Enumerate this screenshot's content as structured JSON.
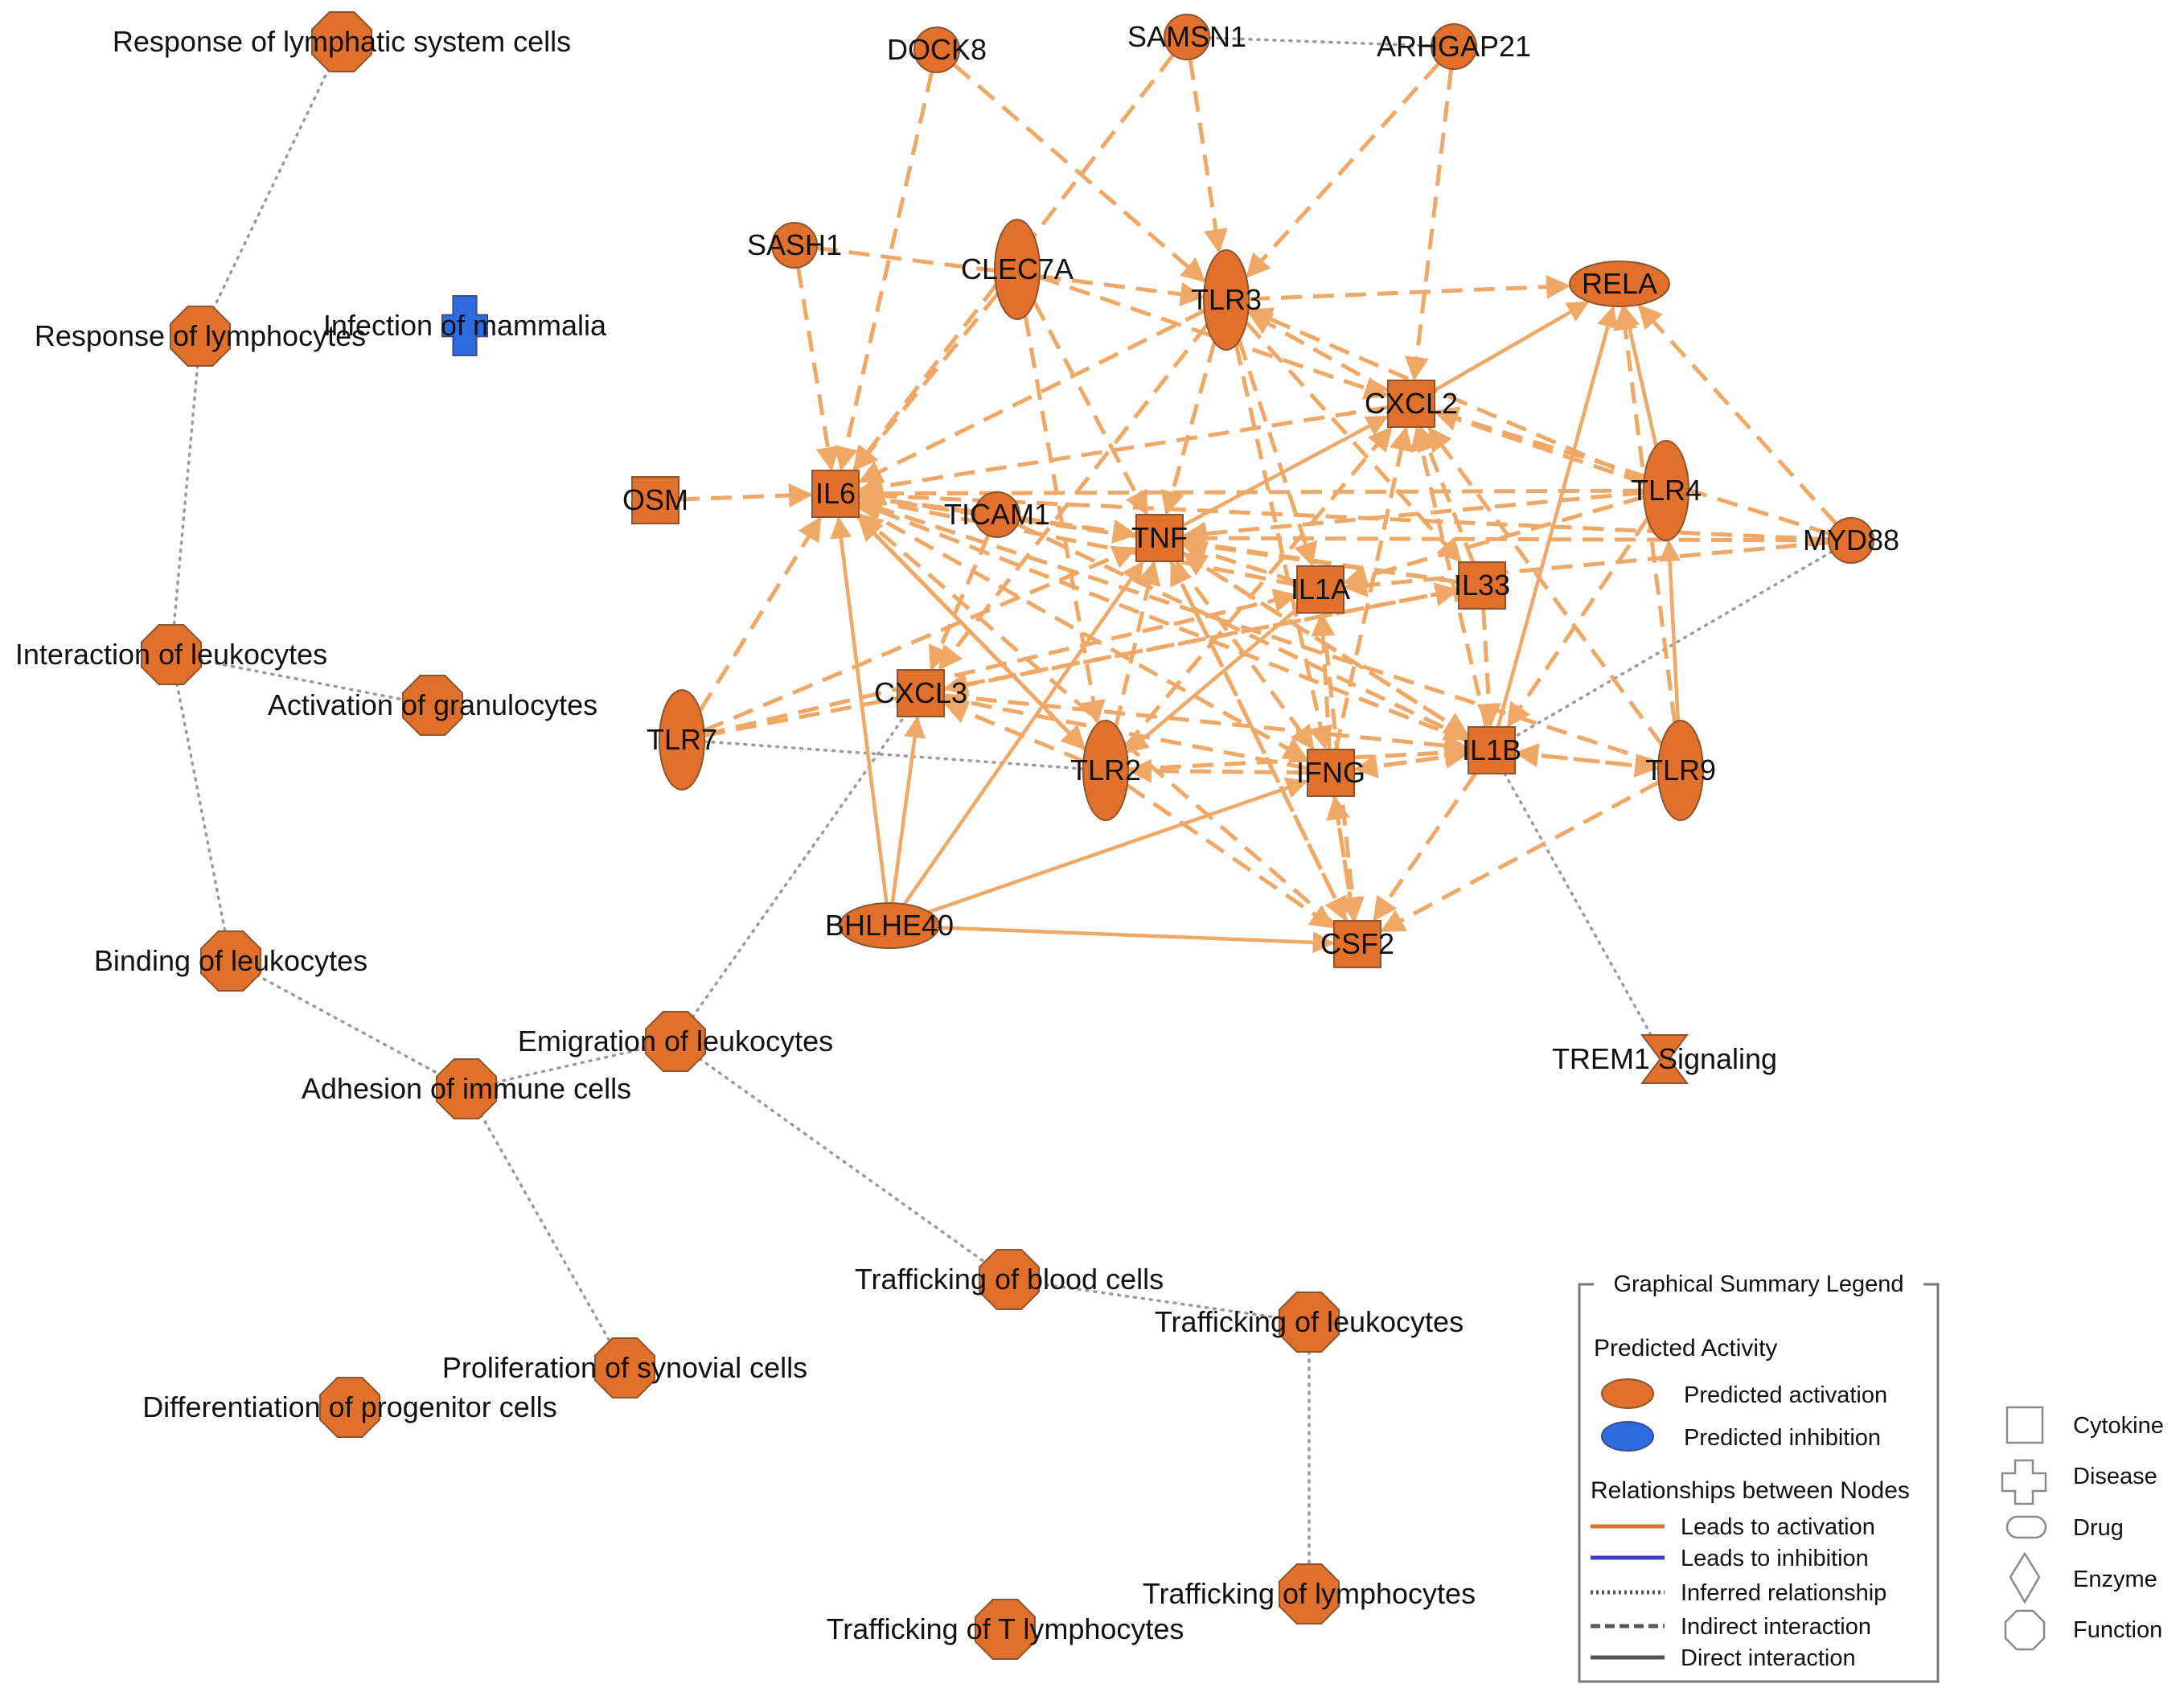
{
  "colors": {
    "activation": "#E0702C",
    "inhibition": "#2F6BE0",
    "edge_activation": "#EFA865",
    "edge_inferred": "#9A9A9A",
    "node_stroke": "#8C5530",
    "legend_inhibition_line": "#3D3DC9",
    "legend_line_dark": "#555555",
    "shape_outline": "#8A8A8A"
  },
  "nodes": [
    {
      "id": "resp_lymph_sys",
      "label": "Response of lymphatic system cells",
      "shape": "octagon",
      "activity": "activation"
    },
    {
      "id": "resp_lymphocytes",
      "label": "Response of lymphocytes",
      "shape": "octagon",
      "activity": "activation"
    },
    {
      "id": "infection_mammalia",
      "label": "Infection of mammalia",
      "shape": "cross",
      "activity": "inhibition"
    },
    {
      "id": "interaction_leuk",
      "label": "Interaction of leukocytes",
      "shape": "octagon",
      "activity": "activation"
    },
    {
      "id": "activation_gran",
      "label": "Activation of granulocytes",
      "shape": "octagon",
      "activity": "activation"
    },
    {
      "id": "binding_leuk",
      "label": "Binding of leukocytes",
      "shape": "octagon",
      "activity": "activation"
    },
    {
      "id": "emigration_leuk",
      "label": "Emigration of leukocytes",
      "shape": "octagon",
      "activity": "activation"
    },
    {
      "id": "adhesion_immune",
      "label": "Adhesion of immune cells",
      "shape": "octagon",
      "activity": "activation"
    },
    {
      "id": "prolif_synovial",
      "label": "Proliferation of synovial cells",
      "shape": "octagon",
      "activity": "activation"
    },
    {
      "id": "diff_progenitor",
      "label": "Differentiation of progenitor cells",
      "shape": "octagon",
      "activity": "activation"
    },
    {
      "id": "traff_blood",
      "label": "Trafficking of blood cells",
      "shape": "octagon",
      "activity": "activation"
    },
    {
      "id": "traff_leuk",
      "label": "Trafficking of leukocytes",
      "shape": "octagon",
      "activity": "activation"
    },
    {
      "id": "traff_lymph",
      "label": "Trafficking of lymphocytes",
      "shape": "octagon",
      "activity": "activation"
    },
    {
      "id": "traff_t",
      "label": "Trafficking of T lymphocytes",
      "shape": "octagon",
      "activity": "activation"
    },
    {
      "id": "DOCK8",
      "label": "DOCK8",
      "shape": "circle",
      "activity": "activation"
    },
    {
      "id": "SAMSN1",
      "label": "SAMSN1",
      "shape": "circle",
      "activity": "activation"
    },
    {
      "id": "ARHGAP21",
      "label": "ARHGAP21",
      "shape": "circle",
      "activity": "activation"
    },
    {
      "id": "SASH1",
      "label": "SASH1",
      "shape": "circle",
      "activity": "activation"
    },
    {
      "id": "CLEC7A",
      "label": "CLEC7A",
      "shape": "ellipse-v",
      "activity": "activation"
    },
    {
      "id": "TLR3",
      "label": "TLR3",
      "shape": "ellipse-v",
      "activity": "activation"
    },
    {
      "id": "RELA",
      "label": "RELA",
      "shape": "ellipse-h",
      "activity": "activation"
    },
    {
      "id": "CXCL2",
      "label": "CXCL2",
      "shape": "square",
      "activity": "activation"
    },
    {
      "id": "OSM",
      "label": "OSM",
      "shape": "square",
      "activity": "activation"
    },
    {
      "id": "IL6",
      "label": "IL6",
      "shape": "square",
      "activity": "activation"
    },
    {
      "id": "TICAM1",
      "label": "TICAM1",
      "shape": "circle",
      "activity": "activation"
    },
    {
      "id": "TNF",
      "label": "TNF",
      "shape": "square",
      "activity": "activation"
    },
    {
      "id": "TLR4",
      "label": "TLR4",
      "shape": "ellipse-v",
      "activity": "activation"
    },
    {
      "id": "MYD88",
      "label": "MYD88",
      "shape": "circle",
      "activity": "activation"
    },
    {
      "id": "IL1A",
      "label": "IL1A",
      "shape": "square",
      "activity": "activation"
    },
    {
      "id": "IL33",
      "label": "IL33",
      "shape": "square",
      "activity": "activation"
    },
    {
      "id": "CXCL3",
      "label": "CXCL3",
      "shape": "square",
      "activity": "activation"
    },
    {
      "id": "TLR7",
      "label": "TLR7",
      "shape": "ellipse-v",
      "activity": "activation"
    },
    {
      "id": "TLR2",
      "label": "TLR2",
      "shape": "ellipse-v",
      "activity": "activation"
    },
    {
      "id": "IFNG",
      "label": "IFNG",
      "shape": "square",
      "activity": "activation"
    },
    {
      "id": "IL1B",
      "label": "IL1B",
      "shape": "square",
      "activity": "activation"
    },
    {
      "id": "TLR9",
      "label": "TLR9",
      "shape": "ellipse-v",
      "activity": "activation"
    },
    {
      "id": "BHLHE40",
      "label": "BHLHE40",
      "shape": "ellipse-h",
      "activity": "activation"
    },
    {
      "id": "CSF2",
      "label": "CSF2",
      "shape": "square",
      "activity": "activation"
    },
    {
      "id": "TREM1",
      "label": "TREM1 Signaling",
      "shape": "hourglass",
      "activity": "activation"
    }
  ],
  "edges": [
    {
      "from": "resp_lymph_sys",
      "to": "resp_lymphocytes",
      "type": "inferred"
    },
    {
      "from": "resp_lymphocytes",
      "to": "interaction_leuk",
      "type": "inferred"
    },
    {
      "from": "interaction_leuk",
      "to": "activation_gran",
      "type": "inferred"
    },
    {
      "from": "interaction_leuk",
      "to": "binding_leuk",
      "type": "inferred"
    },
    {
      "from": "binding_leuk",
      "to": "adhesion_immune",
      "type": "inferred"
    },
    {
      "from": "adhesion_immune",
      "to": "prolif_synovial",
      "type": "inferred"
    },
    {
      "from": "adhesion_immune",
      "to": "emigration_leuk",
      "type": "inferred"
    },
    {
      "from": "emigration_leuk",
      "to": "traff_blood",
      "type": "inferred"
    },
    {
      "from": "emigration_leuk",
      "to": "CXCL3",
      "type": "inferred"
    },
    {
      "from": "traff_blood",
      "to": "traff_leuk",
      "type": "inferred"
    },
    {
      "from": "traff_leuk",
      "to": "traff_lymph",
      "type": "inferred"
    },
    {
      "from": "SAMSN1",
      "to": "ARHGAP21",
      "type": "inferred"
    },
    {
      "from": "TLR7",
      "to": "TLR2",
      "type": "inferred"
    },
    {
      "from": "IL1B",
      "to": "TREM1",
      "type": "inferred"
    },
    {
      "from": "MYD88",
      "to": "IL1B",
      "type": "inferred"
    },
    {
      "from": "DOCK8",
      "to": "IL6",
      "type": "indirect"
    },
    {
      "from": "DOCK8",
      "to": "TLR3",
      "type": "indirect"
    },
    {
      "from": "SAMSN1",
      "to": "TLR3",
      "type": "indirect"
    },
    {
      "from": "SAMSN1",
      "to": "IL6",
      "type": "indirect"
    },
    {
      "from": "ARHGAP21",
      "to": "TLR3",
      "type": "indirect"
    },
    {
      "from": "ARHGAP21",
      "to": "CXCL2",
      "type": "indirect"
    },
    {
      "from": "SASH1",
      "to": "IL6",
      "type": "indirect"
    },
    {
      "from": "SASH1",
      "to": "TLR3",
      "type": "indirect"
    },
    {
      "from": "CLEC7A",
      "to": "IL6",
      "type": "indirect"
    },
    {
      "from": "CLEC7A",
      "to": "TNF",
      "type": "indirect"
    },
    {
      "from": "CLEC7A",
      "to": "CXCL2",
      "type": "indirect"
    },
    {
      "from": "CLEC7A",
      "to": "TLR2",
      "type": "indirect"
    },
    {
      "from": "TLR3",
      "to": "RELA",
      "type": "indirect"
    },
    {
      "from": "TLR3",
      "to": "IL6",
      "type": "indirect"
    },
    {
      "from": "TLR3",
      "to": "TNF",
      "type": "indirect"
    },
    {
      "from": "TLR3",
      "to": "IL1A",
      "type": "indirect"
    },
    {
      "from": "TLR3",
      "to": "CXCL3",
      "type": "indirect"
    },
    {
      "from": "TLR3",
      "to": "IFNG",
      "type": "indirect"
    },
    {
      "from": "TLR3",
      "to": "IL33",
      "type": "indirect"
    },
    {
      "from": "CXCL2",
      "to": "TLR3",
      "type": "indirect"
    },
    {
      "from": "CXCL2",
      "to": "IL6",
      "type": "indirect"
    },
    {
      "from": "OSM",
      "to": "IL6",
      "type": "indirect"
    },
    {
      "from": "TICAM1",
      "to": "IL6",
      "type": "indirect"
    },
    {
      "from": "TICAM1",
      "to": "TNF",
      "type": "indirect"
    },
    {
      "from": "TICAM1",
      "to": "CXCL3",
      "type": "indirect"
    },
    {
      "from": "TICAM1",
      "to": "IL1B",
      "type": "indirect"
    },
    {
      "from": "TLR4",
      "to": "CXCL2",
      "type": "indirect"
    },
    {
      "from": "TLR4",
      "to": "TNF",
      "type": "indirect"
    },
    {
      "from": "TLR4",
      "to": "IL1A",
      "type": "indirect"
    },
    {
      "from": "TLR4",
      "to": "IL1B",
      "type": "indirect"
    },
    {
      "from": "TLR4",
      "to": "IL6",
      "type": "indirect"
    },
    {
      "from": "TLR4",
      "to": "TLR3",
      "type": "indirect"
    },
    {
      "from": "MYD88",
      "to": "RELA",
      "type": "indirect"
    },
    {
      "from": "MYD88",
      "to": "TNF",
      "type": "indirect"
    },
    {
      "from": "MYD88",
      "to": "CXCL2",
      "type": "indirect"
    },
    {
      "from": "MYD88",
      "to": "IL1A",
      "type": "indirect"
    },
    {
      "from": "MYD88",
      "to": "IL6",
      "type": "indirect"
    },
    {
      "from": "IL1A",
      "to": "IL6",
      "type": "indirect"
    },
    {
      "from": "IL1A",
      "to": "TNF",
      "type": "indirect"
    },
    {
      "from": "IL1A",
      "to": "CSF2",
      "type": "indirect"
    },
    {
      "from": "IL33",
      "to": "TNF",
      "type": "indirect"
    },
    {
      "from": "IL33",
      "to": "CXCL3",
      "type": "indirect"
    },
    {
      "from": "IL33",
      "to": "IL1B",
      "type": "indirect"
    },
    {
      "from": "IL33",
      "to": "IL6",
      "type": "indirect"
    },
    {
      "from": "IL33",
      "to": "CXCL2",
      "type": "indirect"
    },
    {
      "from": "CXCL3",
      "to": "IL1B",
      "type": "indirect"
    },
    {
      "from": "TLR7",
      "to": "IL6",
      "type": "indirect"
    },
    {
      "from": "TLR7",
      "to": "TNF",
      "type": "indirect"
    },
    {
      "from": "TLR7",
      "to": "IL1A",
      "type": "indirect"
    },
    {
      "from": "TLR7",
      "to": "IL33",
      "type": "indirect"
    },
    {
      "from": "TLR2",
      "to": "TNF",
      "type": "indirect"
    },
    {
      "from": "TLR2",
      "to": "CXCL3",
      "type": "indirect"
    },
    {
      "from": "TLR2",
      "to": "CXCL2",
      "type": "indirect"
    },
    {
      "from": "TLR2",
      "to": "IL6",
      "type": "indirect"
    },
    {
      "from": "TLR2",
      "to": "IL1B",
      "type": "indirect"
    },
    {
      "from": "TLR2",
      "to": "CSF2",
      "type": "indirect"
    },
    {
      "from": "IFNG",
      "to": "TLR2",
      "type": "indirect"
    },
    {
      "from": "IFNG",
      "to": "CXCL3",
      "type": "indirect"
    },
    {
      "from": "IFNG",
      "to": "CSF2",
      "type": "indirect"
    },
    {
      "from": "IFNG",
      "to": "IL1B",
      "type": "indirect"
    },
    {
      "from": "IFNG",
      "to": "IL1A",
      "type": "indirect"
    },
    {
      "from": "IFNG",
      "to": "CXCL2",
      "type": "indirect"
    },
    {
      "from": "IL1B",
      "to": "IFNG",
      "type": "indirect"
    },
    {
      "from": "IL1B",
      "to": "TNF",
      "type": "indirect"
    },
    {
      "from": "IL1B",
      "to": "IL6",
      "type": "indirect"
    },
    {
      "from": "IL1B",
      "to": "CSF2",
      "type": "indirect"
    },
    {
      "from": "IL1B",
      "to": "CXCL2",
      "type": "indirect"
    },
    {
      "from": "IL1B",
      "to": "TLR9",
      "type": "indirect"
    },
    {
      "from": "TLR9",
      "to": "IL1B",
      "type": "indirect"
    },
    {
      "from": "TLR9",
      "to": "CSF2",
      "type": "indirect"
    },
    {
      "from": "TLR9",
      "to": "CXCL2",
      "type": "indirect"
    },
    {
      "from": "TLR9",
      "to": "IL6",
      "type": "indirect"
    },
    {
      "from": "TLR9",
      "to": "RELA",
      "type": "indirect"
    },
    {
      "from": "TNF",
      "to": "IL6",
      "type": "indirect"
    },
    {
      "from": "TNF",
      "to": "IL1B",
      "type": "indirect"
    },
    {
      "from": "TNF",
      "to": "IFNG",
      "type": "indirect"
    },
    {
      "from": "TNF",
      "to": "CSF2",
      "type": "indirect"
    },
    {
      "from": "CSF2",
      "to": "IL6",
      "type": "indirect"
    },
    {
      "from": "CSF2",
      "to": "IFNG",
      "type": "indirect"
    },
    {
      "from": "CSF2",
      "to": "TNF",
      "type": "indirect"
    },
    {
      "from": "IL6",
      "to": "TNF",
      "type": "indirect"
    },
    {
      "from": "IL6",
      "to": "IFNG",
      "type": "indirect"
    },
    {
      "from": "IL6",
      "to": "TLR2",
      "type": "indirect"
    },
    {
      "from": "BHLHE40",
      "to": "IL6",
      "type": "direct"
    },
    {
      "from": "BHLHE40",
      "to": "CXCL3",
      "type": "direct"
    },
    {
      "from": "BHLHE40",
      "to": "TNF",
      "type": "direct"
    },
    {
      "from": "BHLHE40",
      "to": "IFNG",
      "type": "direct"
    },
    {
      "from": "BHLHE40",
      "to": "CSF2",
      "type": "direct"
    },
    {
      "from": "IL1B",
      "to": "RELA",
      "type": "direct"
    },
    {
      "from": "TLR9",
      "to": "TLR4",
      "type": "direct"
    },
    {
      "from": "TLR4",
      "to": "RELA",
      "type": "direct"
    },
    {
      "from": "CXCL2",
      "to": "RELA",
      "type": "direct"
    },
    {
      "from": "TNF",
      "to": "CXCL2",
      "type": "direct"
    },
    {
      "from": "IL1A",
      "to": "TLR2",
      "type": "direct"
    }
  ],
  "legend": {
    "title": "Graphical Summary Legend",
    "predicted_activity_heading": "Predicted Activity",
    "predicted_activation": "Predicted activation",
    "predicted_inhibition": "Predicted inhibition",
    "relationships_heading": "Relationships between Nodes",
    "leads_to_activation": "Leads to activation",
    "leads_to_inhibition": "Leads to inhibition",
    "inferred_relationship": "Inferred relationship",
    "indirect_interaction": "Indirect interaction",
    "direct_interaction": "Direct interaction"
  },
  "shape_key": [
    {
      "shape": "square",
      "label": "Cytokine"
    },
    {
      "shape": "cross",
      "label": "Disease"
    },
    {
      "shape": "capsule",
      "label": "Drug"
    },
    {
      "shape": "diamond",
      "label": "Enzyme"
    },
    {
      "shape": "octagon",
      "label": "Function"
    }
  ]
}
